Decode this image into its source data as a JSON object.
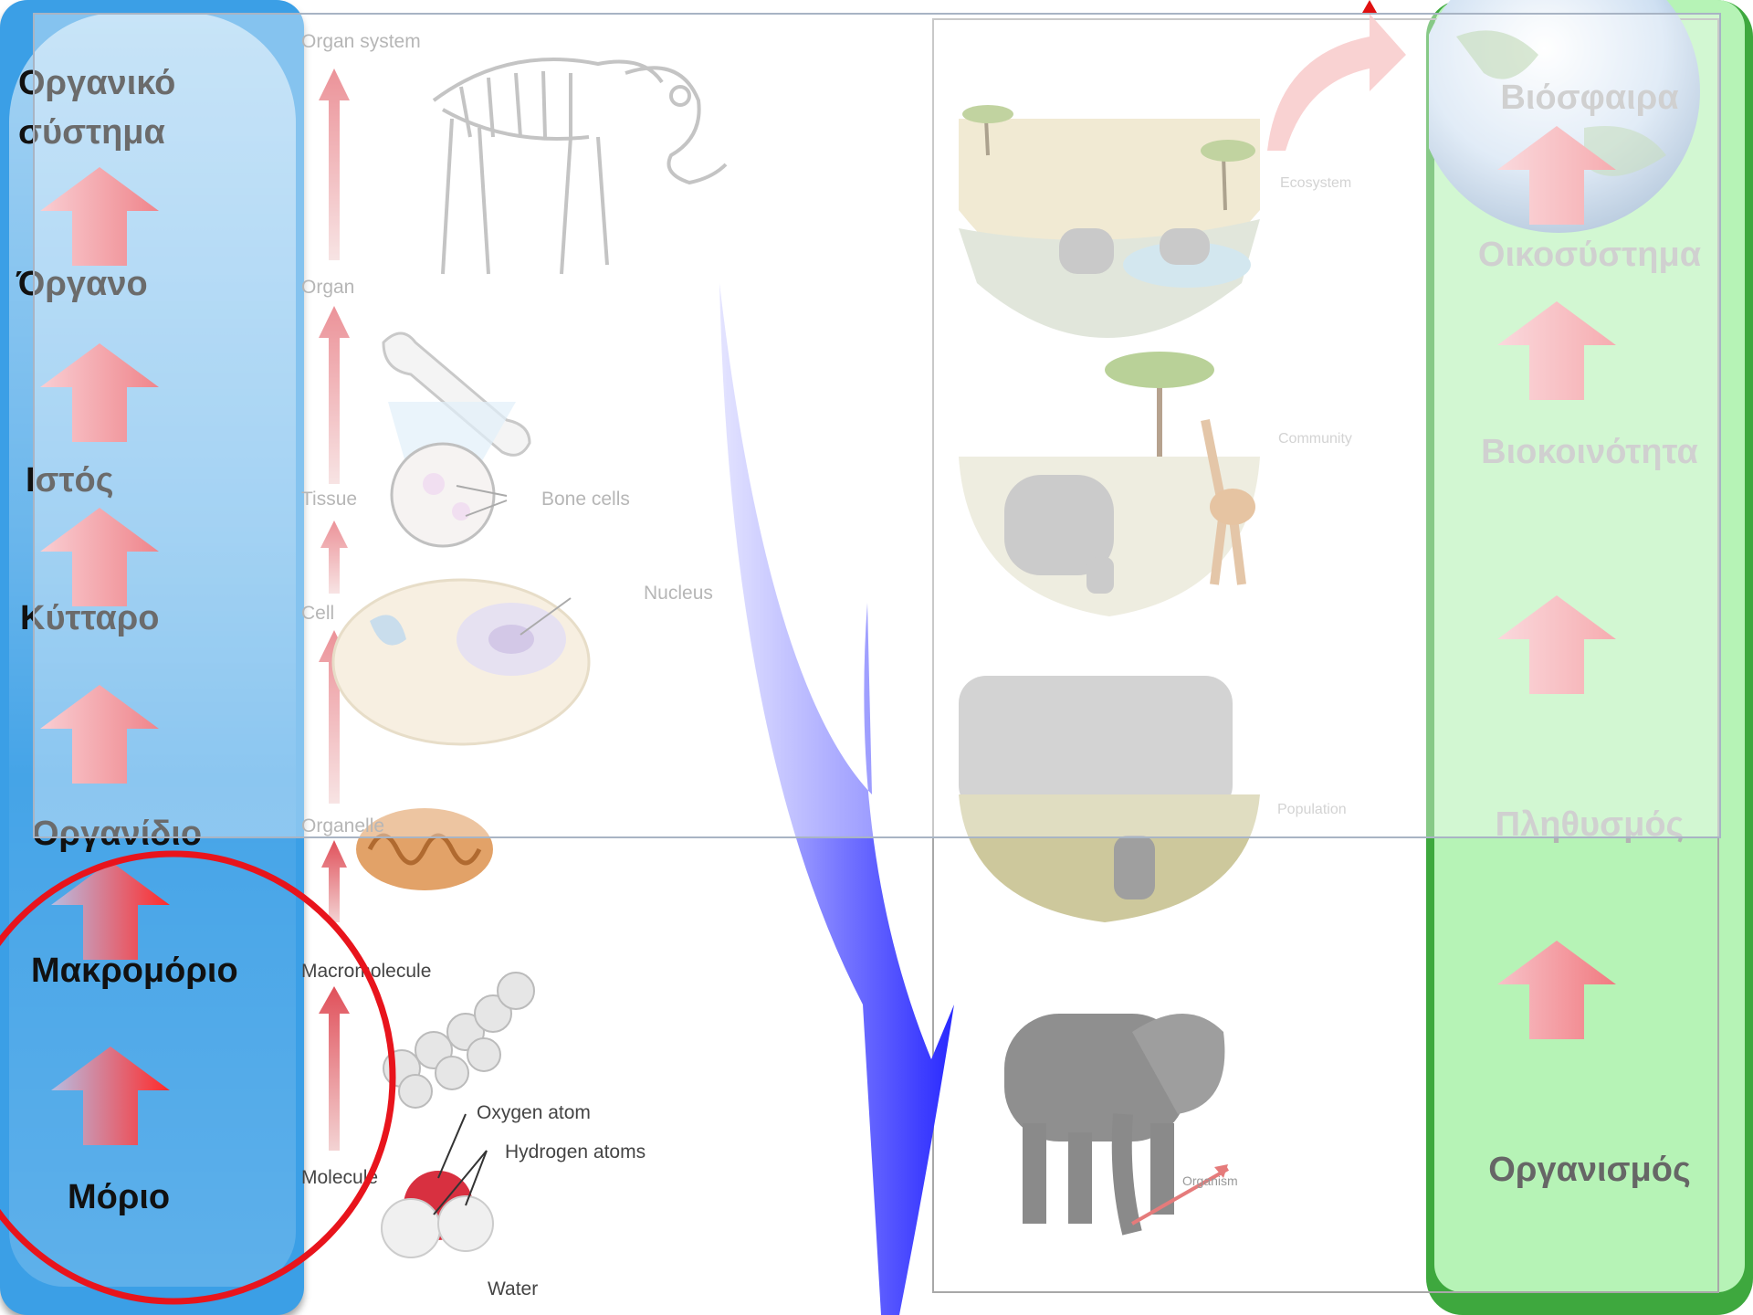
{
  "left_levels": [
    {
      "label": "Οργανικό\nσύστημα"
    },
    {
      "label": "Όργανο"
    },
    {
      "label": "Ιστός"
    },
    {
      "label": "Κύτταρο"
    },
    {
      "label": "Οργανίδιο"
    },
    {
      "label": "Μακρομόριο"
    },
    {
      "label": "Μόριο"
    }
  ],
  "right_levels": [
    "Βιόσφαιρα",
    "Οικοσύστημα",
    "Βιοκοινότητα",
    "Πληθυσμός",
    "Οργανισμός"
  ],
  "figure_labels": {
    "organ_system": "Organ system",
    "organ": "Organ",
    "tissue": "Tissue",
    "bone_cells": "Bone cells",
    "cell": "Cell",
    "nucleus": "Nucleus",
    "organelle": "Organelle",
    "macromolecule": "Macromolecule",
    "oxygen_atom": "Oxygen atom",
    "hydrogen_atoms": "Hydrogen atoms",
    "molecule": "Molecule",
    "water": "Water",
    "ecosystem": "Ecosystem",
    "community": "Community",
    "population": "Population",
    "organism": "Organism"
  },
  "colors": {
    "left_bar": "#3b9fe6",
    "right_bar": "#3ea83e",
    "right_bar_inner": "#b6f3b6",
    "highlight_circle": "#e8141c",
    "big_arrow": "#3333ff"
  }
}
